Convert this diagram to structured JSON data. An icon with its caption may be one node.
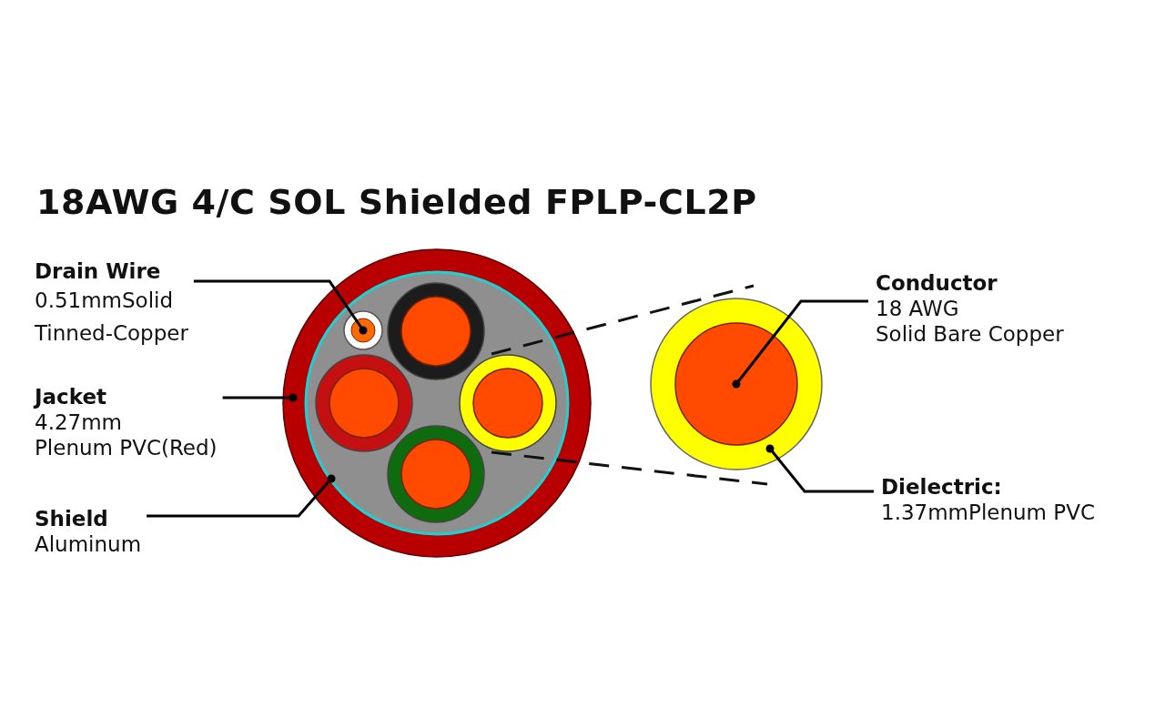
{
  "diagram": {
    "title": "18AWG 4/C SOL Shielded FPLP-CL2P",
    "nodes": [
      {
        "text": [
          "Drain Wire",
          "0.51mmSolid",
          "Tinned-Copper"
        ]
      },
      {
        "text": [
          "Jacket",
          "4.27mm",
          "Plenum PVC(Red)"
        ]
      },
      {
        "text": [
          "Shield",
          "Aluminum"
        ]
      },
      {
        "text": [
          "Conductor",
          "18 AWG",
          "Solid Bare Copper"
        ]
      },
      {
        "text": [
          "Dielectric:",
          "1.37mmPlenum PVC"
        ]
      },
      {
        "text": [],
        "shape": "circle"
      },
      {
        "text": [],
        "shape": "circle",
        "in": 5
      },
      {
        "text": [],
        "shape": "circle",
        "in": 6
      },
      {
        "text": [],
        "shape": "circle"
      },
      {
        "text": [],
        "shape": "circle",
        "in": 8
      }
    ],
    "edges": [
      {
        "from": 0,
        "to": 7,
        "arrow": "other"
      },
      {
        "from": 1,
        "to": 5,
        "arrow": "other"
      },
      {
        "from": 2,
        "to": 6,
        "arrow": "other"
      },
      {
        "from": 3,
        "to": 9,
        "arrow": "other"
      },
      {
        "from": 4,
        "to": 8,
        "arrow": "other"
      }
    ]
  }
}
